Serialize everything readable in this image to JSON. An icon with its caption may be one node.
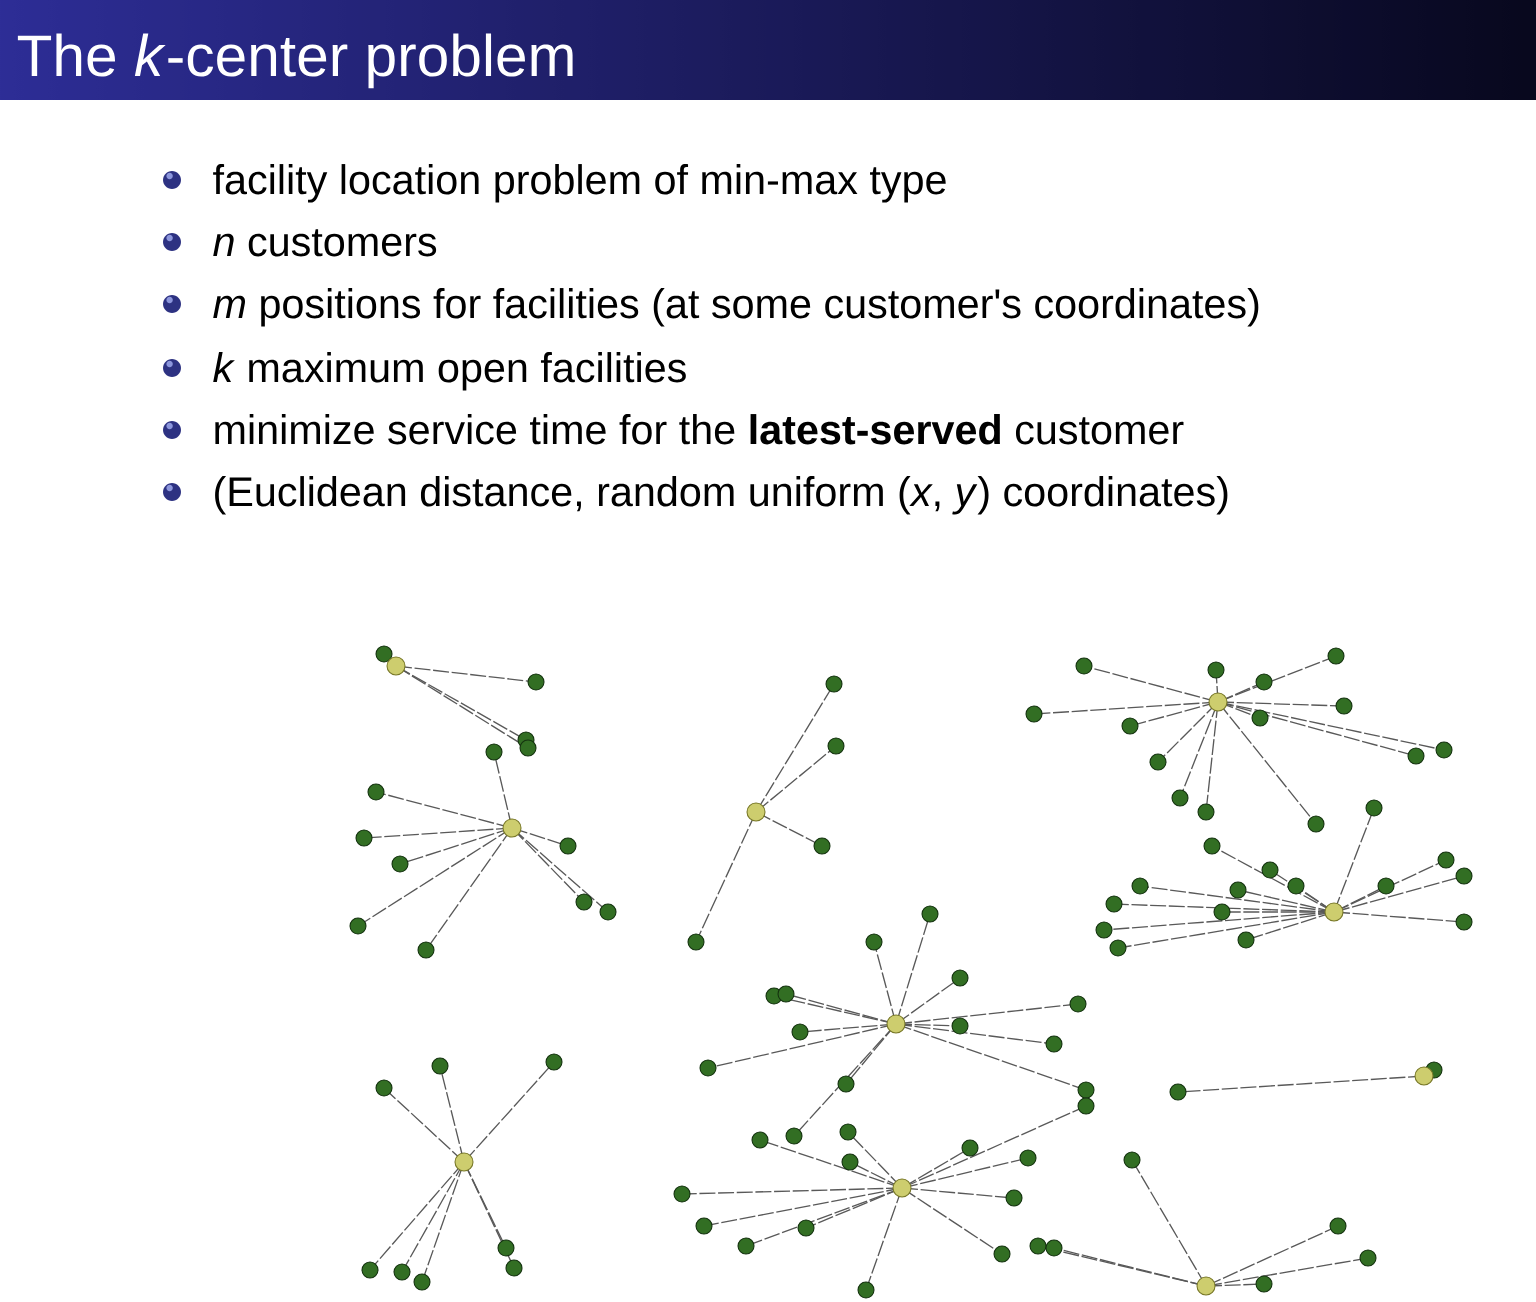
{
  "diagram": {
    "title": "The *k*-center problem",
    "labels": [
      "facility location problem of min-max type",
      "*n* customers",
      "*m* positions for facilities (at some customer's coordinates)",
      "*k* maximum open facilities",
      "minimize service time for the **latest-served** customer",
      "(Euclidean distance, random uniform (*x*, *y*) coordinates)"
    ]
  }
}
